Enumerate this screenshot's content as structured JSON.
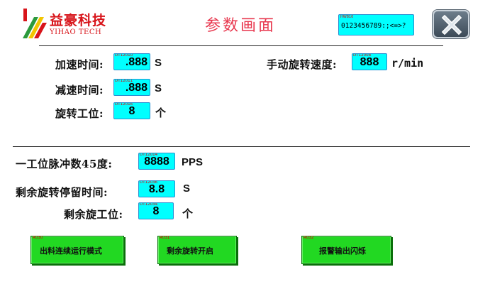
{
  "header": {
    "logo_cn": "益豪科技",
    "logo_en": "YIHAO TECH",
    "title": "参数画面",
    "text_display": {
      "address": "HW810",
      "value": "0123456789:;<=>?"
    }
  },
  "accel": {
    "label": "加速时间:",
    "address": "DT12010",
    "value": ".888",
    "unit": "S"
  },
  "decel": {
    "label": "减速时间:",
    "address": "DT12011",
    "value": ".888",
    "unit": "S"
  },
  "rot_station": {
    "label": "旋转工位:",
    "address": "DT12016",
    "value": "8",
    "unit": "个"
  },
  "manual_speed": {
    "label": "手动旋转速度:",
    "address": "DT12008",
    "value": "888",
    "unit": "r/min"
  },
  "pulse_45": {
    "label": "一工位脉冲数45度:",
    "address": "DT12014",
    "value": "8888",
    "unit": "PPS"
  },
  "dwell_time": {
    "label": "剩余旋转停留时间:",
    "address": "DT12036",
    "value": "8.8",
    "unit": "S"
  },
  "rem_station": {
    "label": "剩余旋工位:",
    "address": "DT12034",
    "value": "8",
    "unit": "个"
  },
  "buttons": [
    {
      "address": "R030",
      "label": "出料连续运行模式"
    },
    {
      "address": "R031",
      "label": "剩余旋转开启"
    },
    {
      "address": "R032",
      "label": "报警输出闪烁"
    }
  ],
  "colors": {
    "field_bg": "#00ffff",
    "button_bg": "#22d822",
    "title": "#e8384f",
    "logo": "#d8141a"
  },
  "icons": {
    "logo": "yihao-logo-icon",
    "close": "close-x-icon"
  }
}
